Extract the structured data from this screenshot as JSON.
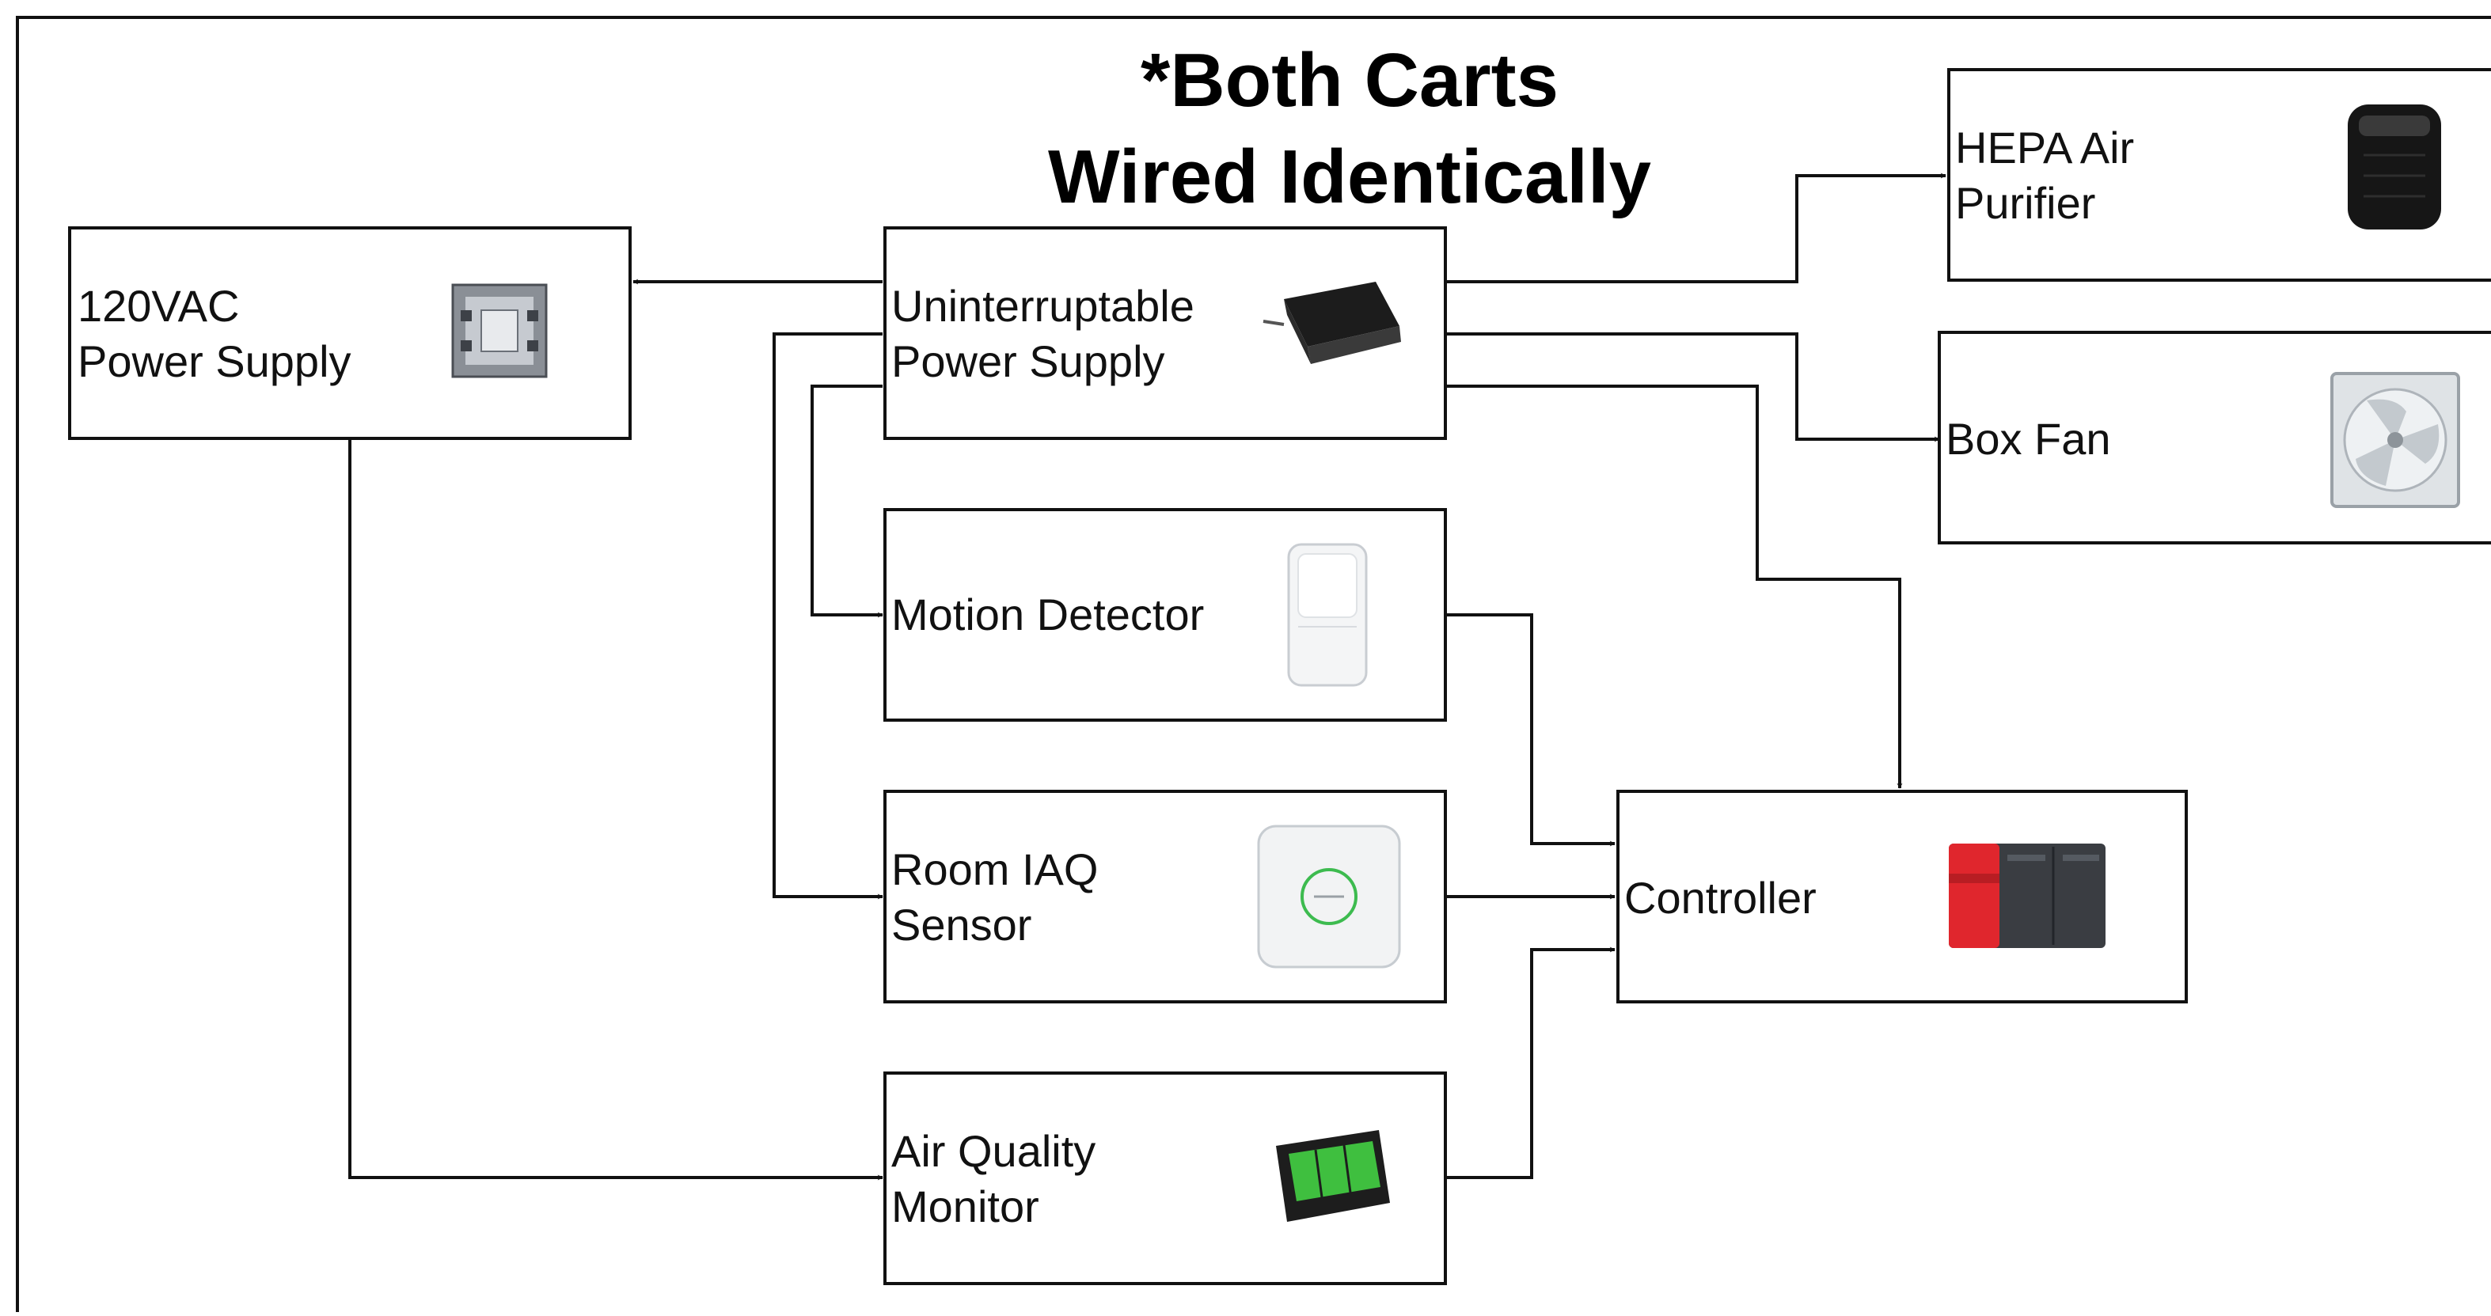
{
  "title": {
    "line1": "*Both Carts",
    "line2": "Wired Identically"
  },
  "nodes": {
    "power_supply_120vac": {
      "line1": "120VAC",
      "line2": "Power Supply",
      "icon": "transformer-icon"
    },
    "ups": {
      "line1": "Uninterruptable",
      "line2": "Power Supply",
      "icon": "ups-icon"
    },
    "motion_detector": {
      "line1": "Motion Detector",
      "icon": "motion-sensor-icon"
    },
    "room_iaq_sensor": {
      "line1": "Room IAQ",
      "line2": "Sensor",
      "icon": "iaq-sensor-icon"
    },
    "air_quality_monitor": {
      "line1": "Air Quality",
      "line2": "Monitor",
      "icon": "air-monitor-icon"
    },
    "controller": {
      "line1": "Controller",
      "icon": "controller-icon"
    },
    "hepa_air_purifier": {
      "line1": "HEPA Air",
      "line2": "Purifier",
      "icon": "air-purifier-icon"
    },
    "box_fan": {
      "line1": "Box Fan",
      "icon": "box-fan-icon"
    }
  },
  "connections": [
    {
      "from": "ups",
      "to": "power_supply_120vac"
    },
    {
      "from": "ups",
      "to": "hepa_air_purifier"
    },
    {
      "from": "ups",
      "to": "box_fan"
    },
    {
      "from": "ups",
      "to": "controller"
    },
    {
      "from": "ups",
      "to": "motion_detector"
    },
    {
      "from": "ups",
      "to": "room_iaq_sensor"
    },
    {
      "from": "motion_detector",
      "to": "controller"
    },
    {
      "from": "room_iaq_sensor",
      "to": "controller"
    },
    {
      "from": "air_quality_monitor",
      "to": "controller"
    },
    {
      "from": "power_supply_120vac",
      "to": "air_quality_monitor"
    }
  ],
  "colors": {
    "line": "#111111",
    "controller_accent": "#e0262d",
    "monitor_screen": "#3fbf3f"
  }
}
